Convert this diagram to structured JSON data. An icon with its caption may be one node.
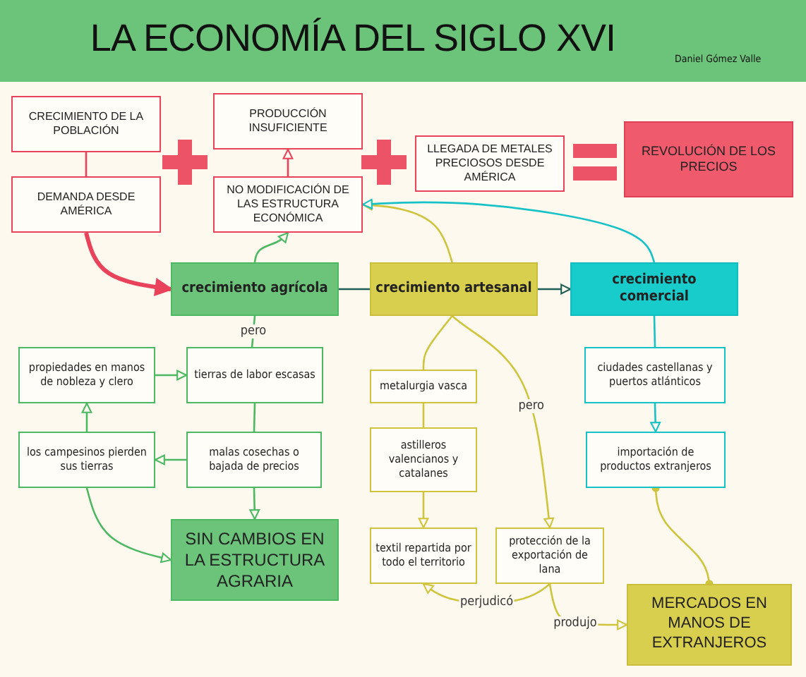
{
  "diagram": {
    "title": "LA ECONOMÍA DEL SIGLO XVI",
    "nodes": [
      {
        "text": [
          "CRECIMIENTO DE LA POBLACIÓN"
        ]
      },
      {
        "text": [
          "DEMANDA DESDE AMÉRICA"
        ]
      },
      {
        "text": [
          "PRODUCCIÓN INSUFICIENTE"
        ]
      },
      {
        "text": [
          "NO MODIFICACIÓN DE LAS ESTRUCTURA ECONÓMICA"
        ]
      },
      {
        "text": [
          "LLEGADA DE METALES PRECIOSOS DESDE AMÉRICA"
        ]
      },
      {
        "text": [
          "REVOLUCIÓN DE LOS PRECIOS"
        ]
      },
      {
        "text": [
          "crecimiento agrícola"
        ]
      },
      {
        "text": [
          "crecimiento artesanal"
        ]
      },
      {
        "text": [
          "crecimiento comercial"
        ]
      },
      {
        "text": [
          "propiedades en manos de nobleza y clero"
        ]
      },
      {
        "text": [
          "tierras de labor escasas"
        ]
      },
      {
        "text": [
          "los campesinos pierden sus tierras"
        ]
      },
      {
        "text": [
          "malas cosechas o bajada de precios"
        ]
      },
      {
        "text": [
          "SIN CAMBIOS EN LA ESTRUCTURA AGRARIA"
        ]
      },
      {
        "text": [
          "metalurgia vasca"
        ]
      },
      {
        "text": [
          "astilleros valencianos y catalanes"
        ]
      },
      {
        "text": [
          "textil repartida por todo el territorio"
        ]
      },
      {
        "text": [
          "protección de la exportación de lana"
        ]
      },
      {
        "text": [
          "ciudades castellanas y puertos atlánticos"
        ]
      },
      {
        "text": [
          "importación de productos extranjeros"
        ]
      },
      {
        "text": [
          "MERCADOS EN MANOS DE EXTRANJEROS"
        ]
      }
    ],
    "edges": [
      {
        "from": 0,
        "to": 1,
        "arrow": "none",
        "color": "#e8435a"
      },
      {
        "from": 1,
        "to": 6,
        "arrow": "to",
        "color": "#e8435a",
        "style": "thick"
      },
      {
        "from": 3,
        "to": 2,
        "arrow": "to",
        "color": "#e8435a"
      },
      {
        "from": 6,
        "to": 3,
        "arrow": "to"
      },
      {
        "from": 7,
        "to": 3,
        "arrow": "to",
        "color": "#cfc43c"
      },
      {
        "from": 8,
        "to": 3,
        "arrow": "to",
        "color": "#17c2c6"
      },
      {
        "from": 6,
        "to": 7,
        "arrow": "none",
        "color": "#1f5f55"
      },
      {
        "from": 7,
        "to": 8,
        "arrow": "to",
        "color": "#1f5f55"
      },
      {
        "from": 6,
        "to": 10,
        "arrow": "none",
        "label": "pero"
      },
      {
        "from": 10,
        "to": 12,
        "arrow": "none"
      },
      {
        "from": 12,
        "to": 11,
        "arrow": "to"
      },
      {
        "from": 11,
        "to": 9,
        "arrow": "to"
      },
      {
        "from": 9,
        "to": 10,
        "arrow": "to"
      },
      {
        "from": 12,
        "to": 13,
        "arrow": "to"
      },
      {
        "from": 11,
        "to": 13,
        "arrow": "to"
      },
      {
        "from": 7,
        "to": 14,
        "arrow": "none",
        "color": "#cfc43c"
      },
      {
        "from": 14,
        "to": 15,
        "arrow": "none",
        "color": "#cfc43c"
      },
      {
        "from": 15,
        "to": 16,
        "arrow": "to",
        "color": "#cfc43c"
      },
      {
        "from": 7,
        "to": 17,
        "arrow": "to",
        "label": "pero",
        "color": "#cfc43c"
      },
      {
        "from": 17,
        "to": 16,
        "arrow": "to",
        "label": "perjudicó",
        "color": "#cfc43c"
      },
      {
        "from": 17,
        "to": 20,
        "arrow": "to",
        "label": "produjo",
        "color": "#cfc43c"
      },
      {
        "from": 8,
        "to": 18,
        "arrow": "none",
        "color": "#17c2c6"
      },
      {
        "from": 18,
        "to": 19,
        "arrow": "to",
        "color": "#17c2c6"
      },
      {
        "from": 19,
        "to": 20,
        "arrow": "other",
        "color": "#cfc43c"
      }
    ],
    "labels": [
      "Daniel Gómez Valle"
    ]
  }
}
